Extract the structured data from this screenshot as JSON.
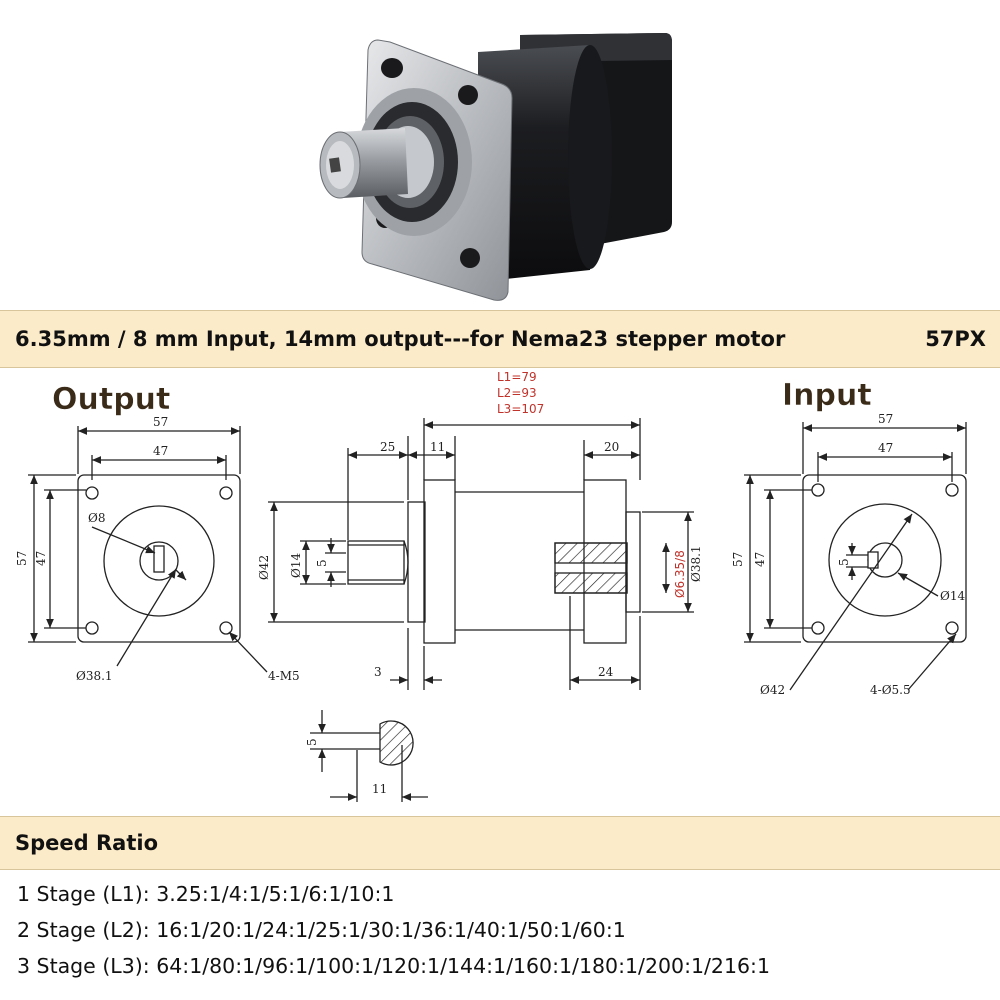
{
  "header": {
    "spec": "6.35mm / 8 mm Input, 14mm output---for Nema23 stepper motor",
    "model": "57PX"
  },
  "diagram": {
    "output_title": "Output",
    "input_title": "Input",
    "length_labels": [
      "L1=79",
      "L2=93",
      "L3=107"
    ],
    "output_view": {
      "dim_outer": "57",
      "dim_inner": "47",
      "dim_side_outer": "57",
      "dim_side_inner": "47",
      "bore": "Ø8",
      "pilot": "Ø38.1",
      "holes": "4-M5"
    },
    "side_view": {
      "shaft_length": "25",
      "flange_thickness": "11",
      "input_depth": "20",
      "pilot_height": "3",
      "input_flange": "24",
      "body_dia": "Ø42",
      "shaft_dia": "Ø14",
      "key": "5",
      "input_bore": "Ø6.35/8",
      "input_pilot": "Ø38.1"
    },
    "shaft_detail": {
      "key": "5",
      "width": "11"
    },
    "input_view": {
      "dim_outer": "57",
      "dim_inner": "47",
      "dim_side_outer": "57",
      "dim_side_inner": "47",
      "key": "5",
      "bore": "Ø14",
      "pcd": "Ø42",
      "holes": "4-Ø5.5"
    }
  },
  "speed_ratio": {
    "title": "Speed Ratio",
    "lines": [
      "1 Stage (L1): 3.25:1/4:1/5:1/6:1/10:1",
      "2 Stage (L2): 16:1/20:1/24:1/25:1/30:1/36:1/40:1/50:1/60:1",
      "3 Stage (L3): 64:1/80:1/96:1/100:1/120:1/144:1/160:1/180:1/200:1/216:1"
    ]
  }
}
